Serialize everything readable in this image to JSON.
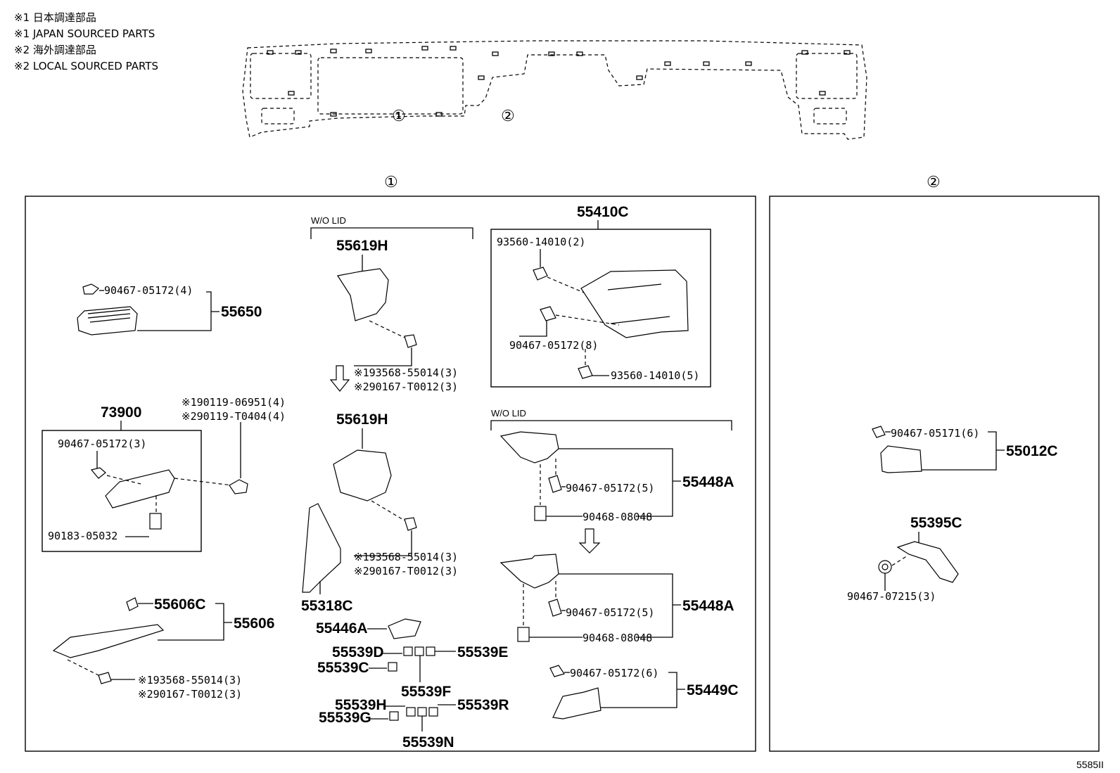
{
  "legend": [
    "※1 日本調達部品",
    "※1 JAPAN SOURCED PARTS",
    "※2 海外調達部品",
    "※2 LOCAL SOURCED PARTS"
  ],
  "markers": {
    "one": "①",
    "two": "②"
  },
  "section1": {
    "wo_lid_1": "W/O LID",
    "wo_lid_2": "W/O LID",
    "p55650": "55650",
    "p55650_clip": "90467-05172(4)",
    "p73900": "73900",
    "p73900_clip": "90467-05172(3)",
    "p73900_nut": "90183-05032",
    "bolt_a1": "※190119-06951(4)",
    "bolt_a2": "※290119-T0404(4)",
    "p55606": "55606",
    "p55606c": "55606C",
    "p55606_s1": "※193568-55014(3)",
    "p55606_s2": "※290167-T0012(3)",
    "p55619h_1": "55619H",
    "p55619h_2": "55619H",
    "screw1_a": "※193568-55014(3)",
    "screw1_b": "※290167-T0012(3)",
    "screw2_a": "※193568-55014(3)",
    "screw2_b": "※290167-T0012(3)",
    "p55318c": "55318C",
    "p55446a": "55446A",
    "p55539d": "55539D",
    "p55539e": "55539E",
    "p55539c": "55539C",
    "p55539f": "55539F",
    "p55539h": "55539H",
    "p55539r": "55539R",
    "p55539g": "55539G",
    "p55539n": "55539N",
    "p55410c": "55410C",
    "p55410c_b1": "93560-14010(2)",
    "p55410c_clip": "90467-05172(8)",
    "p55410c_b2": "93560-14010(5)",
    "p55448a_1": "55448A",
    "p55448a_1_clip": "90467-05172(5)",
    "p55448a_1_nut": "90468-08048",
    "p55448a_2": "55448A",
    "p55448a_2_clip": "90467-05172(5)",
    "p55448a_2_nut": "90468-08048",
    "p55449c": "55449C",
    "p55449c_clip": "90467-05172(6)"
  },
  "section2": {
    "p55012c": "55012C",
    "p55012c_clip": "90467-05171(6)",
    "p55395c": "55395C",
    "p55395c_clip": "90467-07215(3)"
  },
  "footer": {
    "code": "5585II"
  }
}
